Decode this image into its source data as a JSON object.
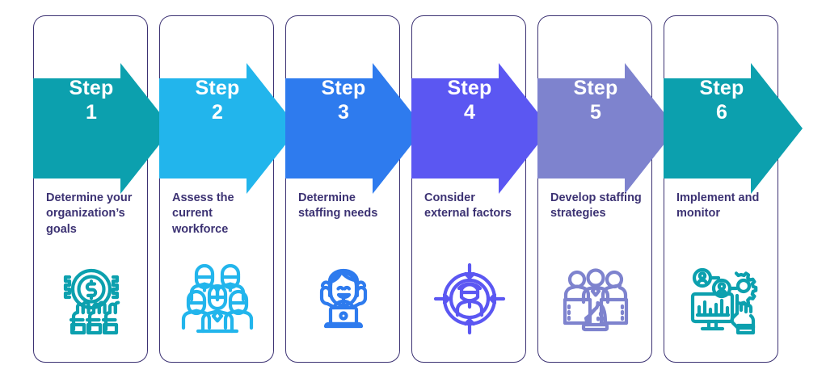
{
  "infographic": {
    "title_text_color": "#3c3273",
    "background": "#ffffff",
    "steps": [
      {
        "step_word": "Step",
        "number": "1",
        "caption": "Determine your organization’s goals",
        "color": "#0CA0AE",
        "icon": "hands-holding-dollar-coin-icon"
      },
      {
        "step_word": "Step",
        "number": "2",
        "caption": "Assess the current workforce",
        "color": "#22B5EC",
        "icon": "group-of-people-icon"
      },
      {
        "step_word": "Step",
        "number": "3",
        "caption": "Determine staffing needs",
        "color": "#2E7BEE",
        "icon": "happy-person-with-laptop-icon"
      },
      {
        "step_word": "Step",
        "number": "4",
        "caption": "Consider external factors",
        "color": "#5B57F2",
        "icon": "person-in-target-crosshair-icon"
      },
      {
        "step_word": "Step",
        "number": "5",
        "caption": "Develop staffing strategies",
        "color": "#7E83CE",
        "icon": "team-with-chess-knight-icon"
      },
      {
        "step_word": "Step",
        "number": "6",
        "caption": "Implement and monitor",
        "color": "#0CA0AE",
        "icon": "monitor-chart-gear-hand-icon"
      }
    ]
  }
}
